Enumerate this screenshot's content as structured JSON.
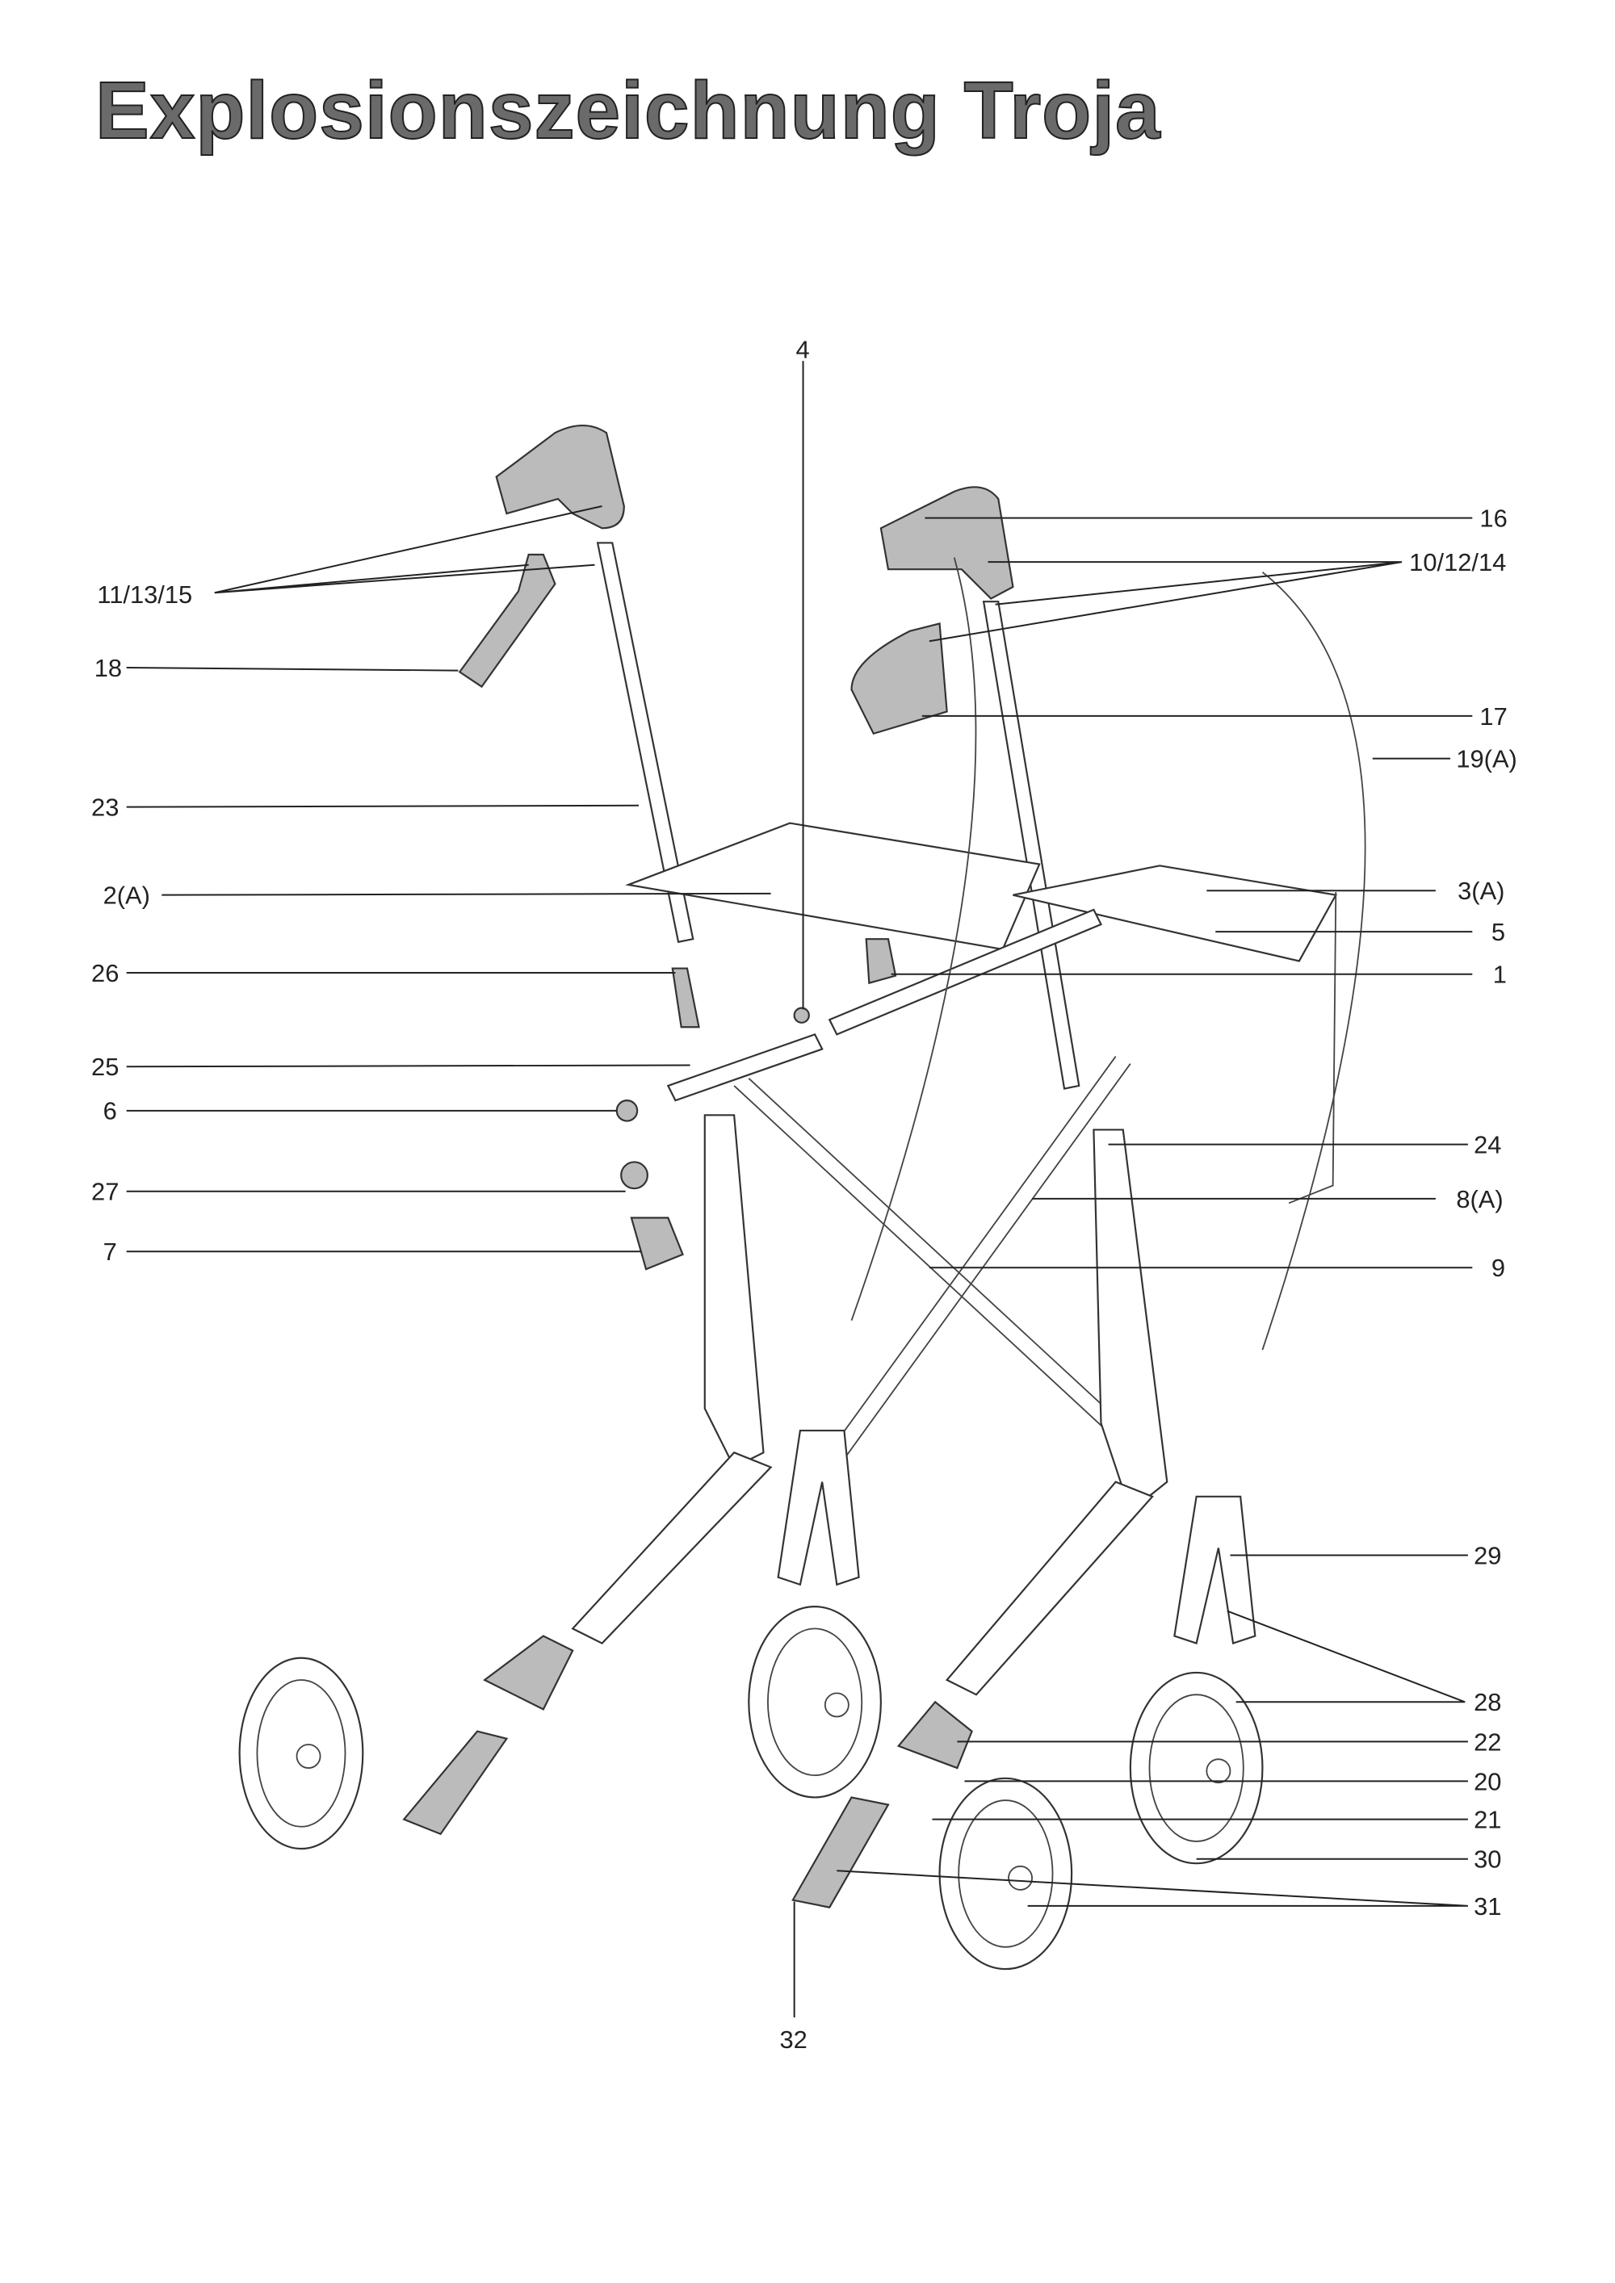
{
  "title": "Explosionszeichnung Troja",
  "labels": {
    "l11_13_15": "11/13/15",
    "l18": "18",
    "l23": "23",
    "l2A": "2(A)",
    "l26": "26",
    "l25": "25",
    "l6": "6",
    "l27": "27",
    "l7": "7",
    "l4": "4",
    "l16": "16",
    "l10_12_14": "10/12/14",
    "l17": "17",
    "l19A": "19(A)",
    "l3A": "3(A)",
    "l5": "5",
    "l1": "1",
    "l24": "24",
    "l8A": "8(A)",
    "l9": "9",
    "l29": "29",
    "l28": "28",
    "l22": "22",
    "l20": "20",
    "l21": "21",
    "l30": "30",
    "l31": "31",
    "l32": "32"
  }
}
